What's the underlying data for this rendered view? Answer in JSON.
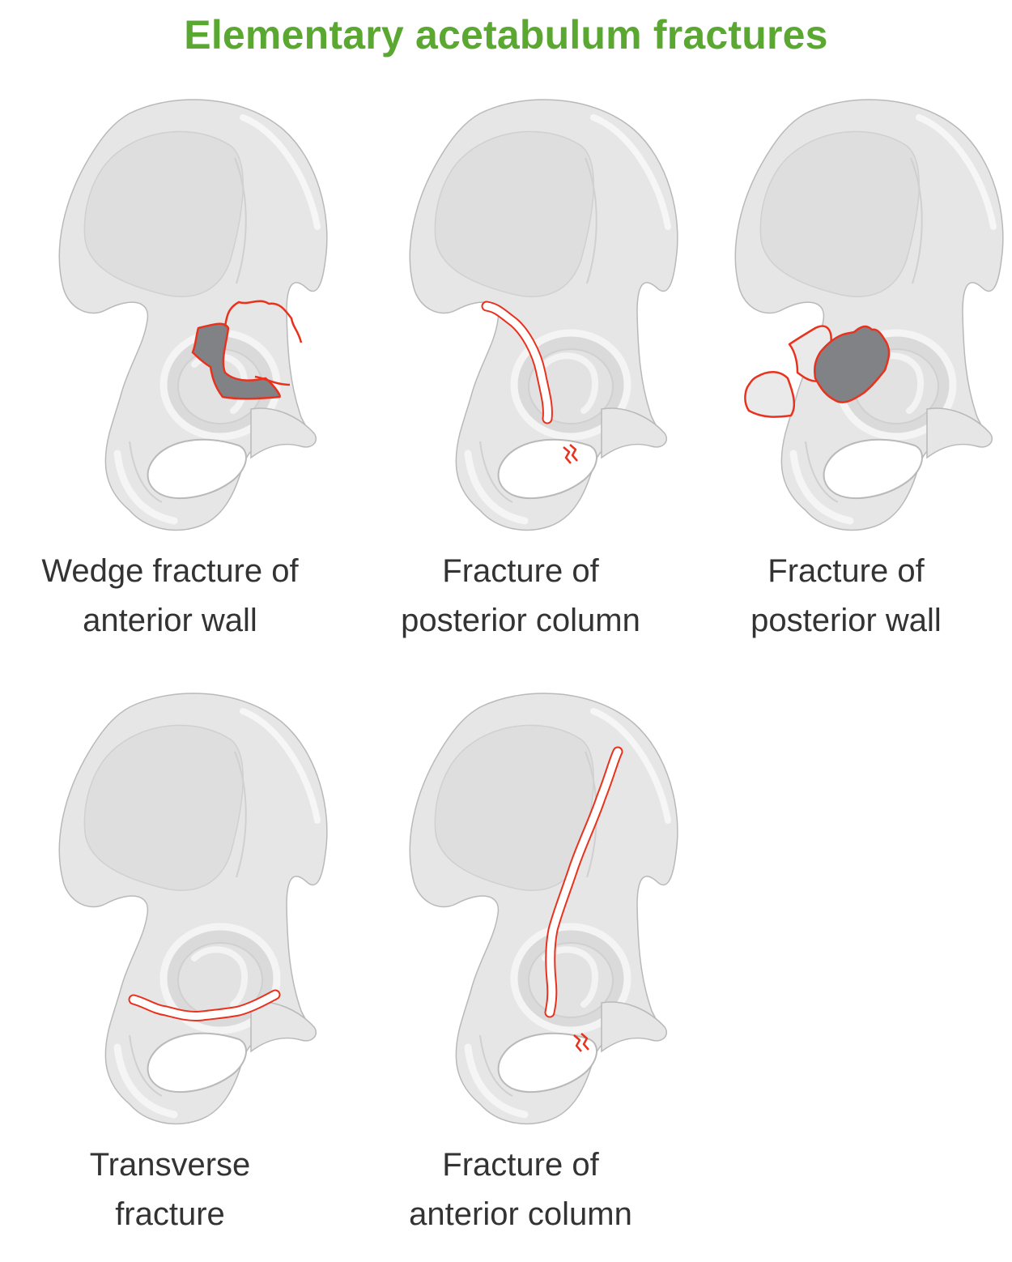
{
  "title": "Elementary acetabulum fractures",
  "colors": {
    "title": "#5aa832",
    "fracture_line": "#e8321e",
    "bone_fill": "#e6e6e6",
    "bone_shade": "#d0d0d0",
    "bone_outline": "#b9b9b9",
    "defect_fill": "#808285"
  },
  "panels": [
    {
      "id": "wedge-anterior-wall",
      "fracture": "wedge-anterior-wall",
      "caption": [
        "Wedge fracture of",
        "anterior wall"
      ]
    },
    {
      "id": "posterior-column",
      "fracture": "posterior-column",
      "caption": [
        "Fracture of",
        "posterior column"
      ]
    },
    {
      "id": "posterior-wall",
      "fracture": "posterior-wall",
      "caption": [
        "Fracture of",
        "posterior wall"
      ]
    },
    {
      "id": "transverse",
      "fracture": "transverse",
      "caption": [
        "Transverse",
        "fracture"
      ]
    },
    {
      "id": "anterior-column",
      "fracture": "anterior-column",
      "caption": [
        "Fracture of",
        "anterior column"
      ]
    }
  ]
}
